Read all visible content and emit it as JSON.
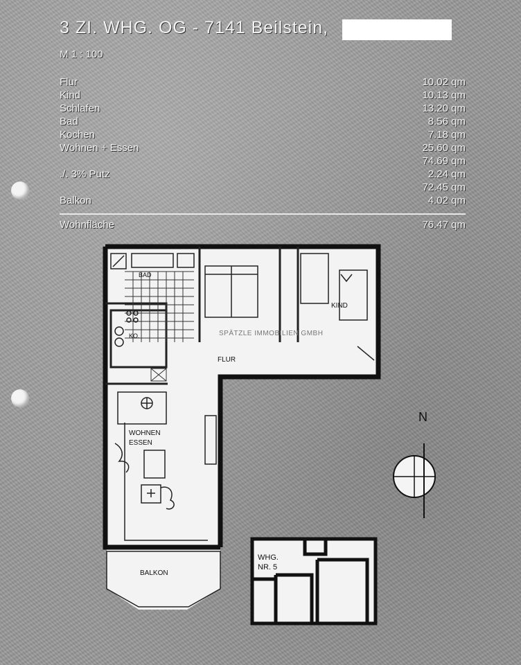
{
  "header": {
    "title": "3 ZI. WHG. OG - 7141 Beilstein,",
    "scale": "M 1 : 100"
  },
  "areas": [
    {
      "label": "Flur",
      "value": "10.02 qm"
    },
    {
      "label": "Kind",
      "value": "10.13 qm"
    },
    {
      "label": "Schlafen",
      "value": "13.20 qm"
    },
    {
      "label": "Bad",
      "value": "8.56 qm"
    },
    {
      "label": "Kochen",
      "value": "7.18 qm"
    },
    {
      "label": "Wohnen + Essen",
      "value": "25.60 qm"
    },
    {
      "label": "",
      "value": "74.69 qm"
    },
    {
      "label": "./. 3% Putz",
      "value": "2.24 qm"
    },
    {
      "label": "",
      "value": "72.45 qm"
    },
    {
      "label": "Balkon",
      "value": "4.02 qm"
    }
  ],
  "total": {
    "label": "Wohnfläche",
    "value": "76.47 qm"
  },
  "plan": {
    "room_bad": "BAD",
    "room_ko": "KO.",
    "room_kind": "KIND",
    "room_flur": "FLUR",
    "room_wohnen": "WOHNEN",
    "room_essen": "ESSEN",
    "room_balkon": "BALKON",
    "watermark": "SPÄTZLE IMMOBILIEN GMBH",
    "compass_north": "N"
  },
  "keyplan": {
    "line1": "WHG.",
    "line2": "NR. 5"
  },
  "colors": {
    "paper": "#9a9a9a",
    "ink": "#111111",
    "text": "#f2f2f2"
  }
}
